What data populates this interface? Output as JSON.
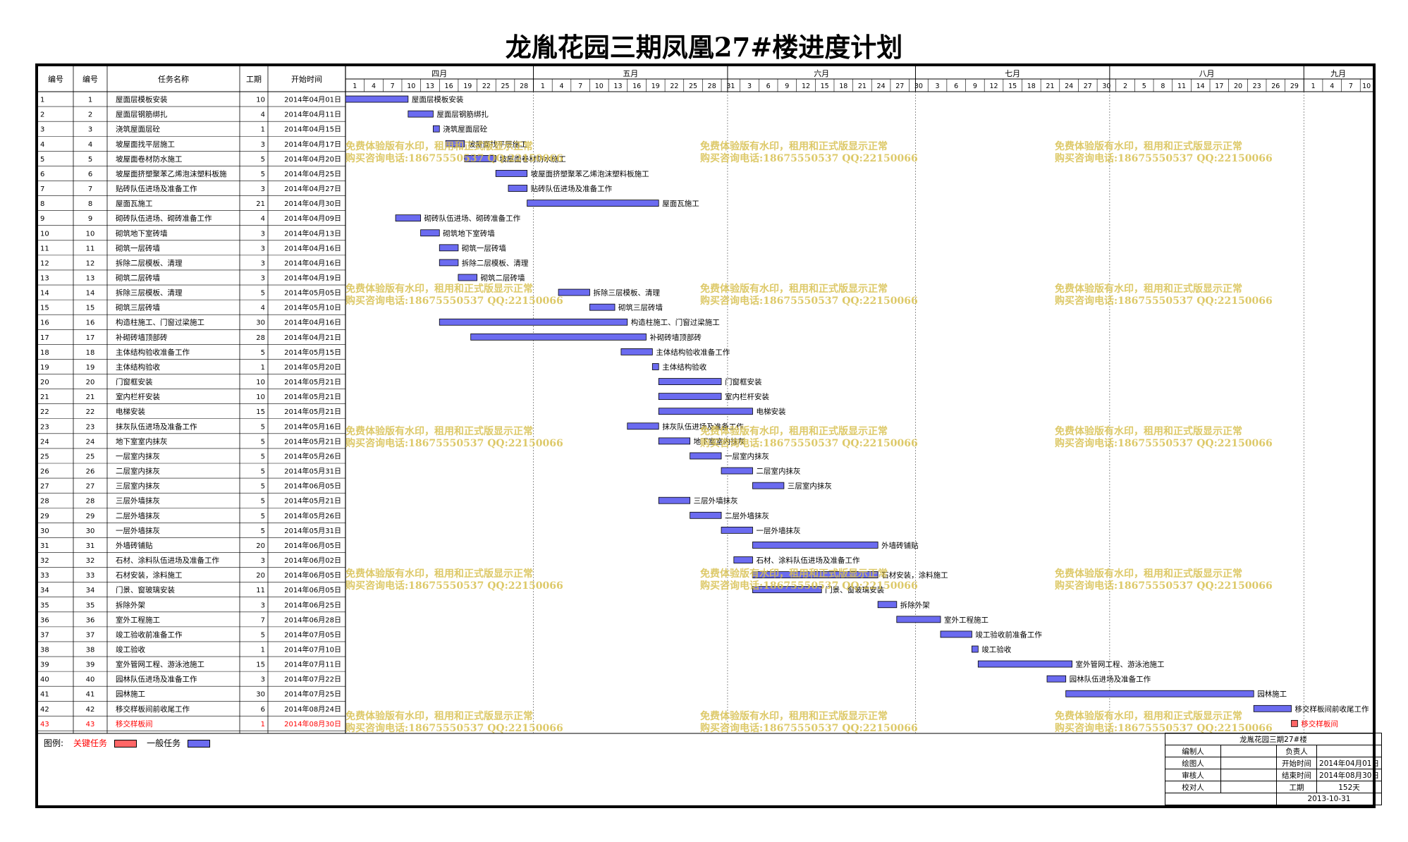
{
  "title": "龙胤花园三期凤凰27#楼进度计划",
  "headers": {
    "id": "编号",
    "no": "编号",
    "name": "任务名称",
    "dur": "工期",
    "start": "开始时间"
  },
  "months": [
    "四月",
    "五月",
    "六月",
    "七月",
    "八月",
    "九月"
  ],
  "day_ticks": [
    "1",
    "4",
    "7",
    "10",
    "13",
    "16",
    "19",
    "22",
    "25",
    "28",
    "1",
    "4",
    "7",
    "10",
    "13",
    "16",
    "19",
    "22",
    "25",
    "28",
    "31",
    "3",
    "6",
    "9",
    "12",
    "15",
    "18",
    "21",
    "24",
    "27",
    "30",
    "3",
    "6",
    "9",
    "12",
    "15",
    "18",
    "21",
    "24",
    "27",
    "30",
    "2",
    "5",
    "8",
    "11",
    "14",
    "17",
    "20",
    "23",
    "26",
    "29",
    "1",
    "4",
    "7",
    "10"
  ],
  "colors": {
    "normal": "#6b6bf0",
    "critical": "#ff6666",
    "critical_text": "#ff0000",
    "grid": "#000000",
    "watermark": "#d8c050"
  },
  "watermark": {
    "line1": "免费体验版有水印，租用和正式版显示正常",
    "line2": "购买咨询电话:18675550537 QQ:22150066"
  },
  "legend": {
    "label": "图例:",
    "critical": "关键任务",
    "normal": "一般任务"
  },
  "info": {
    "project": "龙胤花园三期27#楼",
    "editor_label": "编制人",
    "owner_label": "负责人",
    "drawer_label": "绘图人",
    "start_label": "开始时间",
    "start_value": "2014年04月01日",
    "reviewer_label": "审核人",
    "end_label": "结束时间",
    "end_value": "2014年08月30日",
    "checker_label": "校对人",
    "duration_label": "工期",
    "duration_value": "152天",
    "date": "2013-10-31"
  },
  "chart_data": {
    "type": "gantt",
    "title": "龙胤花园三期凤凰27#楼进度计划",
    "time_range": [
      "2014-04-01",
      "2014-09-11"
    ],
    "tasks": [
      {
        "id": 1,
        "no": 1,
        "name": "屋面层模板安装",
        "duration": 10,
        "start_text": "2014年04月01日",
        "start": "2014-04-01",
        "critical": false
      },
      {
        "id": 2,
        "no": 2,
        "name": "屋面层钢筋绑扎",
        "duration": 4,
        "start_text": "2014年04月11日",
        "start": "2014-04-11",
        "critical": false
      },
      {
        "id": 3,
        "no": 3,
        "name": "浇筑屋面层砼",
        "duration": 1,
        "start_text": "2014年04月15日",
        "start": "2014-04-15",
        "critical": false
      },
      {
        "id": 4,
        "no": 4,
        "name": "坡屋面找平层施工",
        "duration": 3,
        "start_text": "2014年04月17日",
        "start": "2014-04-17",
        "critical": false
      },
      {
        "id": 5,
        "no": 5,
        "name": "坡屋面卷材防水施工",
        "duration": 5,
        "start_text": "2014年04月20日",
        "start": "2014-04-20",
        "critical": false
      },
      {
        "id": 6,
        "no": 6,
        "name": "坡屋面挤塑聚苯乙烯泡沫塑料板施",
        "duration": 5,
        "start_text": "2014年04月25日",
        "start": "2014-04-25",
        "critical": false,
        "label": "坡屋面挤塑聚苯乙烯泡沫塑料板施工"
      },
      {
        "id": 7,
        "no": 7,
        "name": "贴砖队伍进场及准备工作",
        "duration": 3,
        "start_text": "2014年04月27日",
        "start": "2014-04-27",
        "critical": false
      },
      {
        "id": 8,
        "no": 8,
        "name": "屋面瓦施工",
        "duration": 21,
        "start_text": "2014年04月30日",
        "start": "2014-04-30",
        "critical": false
      },
      {
        "id": 9,
        "no": 9,
        "name": "砌砖队伍进场、砌砖准备工作",
        "duration": 4,
        "start_text": "2014年04月09日",
        "start": "2014-04-09",
        "critical": false
      },
      {
        "id": 10,
        "no": 10,
        "name": "砌筑地下室砖墙",
        "duration": 3,
        "start_text": "2014年04月13日",
        "start": "2014-04-13",
        "critical": false
      },
      {
        "id": 11,
        "no": 11,
        "name": "砌筑一层砖墙",
        "duration": 3,
        "start_text": "2014年04月16日",
        "start": "2014-04-16",
        "critical": false
      },
      {
        "id": 12,
        "no": 12,
        "name": "拆除二层模板、清理",
        "duration": 3,
        "start_text": "2014年04月16日",
        "start": "2014-04-16",
        "critical": false
      },
      {
        "id": 13,
        "no": 13,
        "name": "砌筑二层砖墙",
        "duration": 3,
        "start_text": "2014年04月19日",
        "start": "2014-04-19",
        "critical": false
      },
      {
        "id": 14,
        "no": 14,
        "name": "拆除三层模板、清理",
        "duration": 5,
        "start_text": "2014年05月05日",
        "start": "2014-05-05",
        "critical": false
      },
      {
        "id": 15,
        "no": 15,
        "name": "砌筑三层砖墙",
        "duration": 4,
        "start_text": "2014年05月10日",
        "start": "2014-05-10",
        "critical": false
      },
      {
        "id": 16,
        "no": 16,
        "name": "构造柱施工、门窗过梁施工",
        "duration": 30,
        "start_text": "2014年04月16日",
        "start": "2014-04-16",
        "critical": false
      },
      {
        "id": 17,
        "no": 17,
        "name": "补砌砖墙顶部砖",
        "duration": 28,
        "start_text": "2014年04月21日",
        "start": "2014-04-21",
        "critical": false
      },
      {
        "id": 18,
        "no": 18,
        "name": "主体结构验收准备工作",
        "duration": 5,
        "start_text": "2014年05月15日",
        "start": "2014-05-15",
        "critical": false
      },
      {
        "id": 19,
        "no": 19,
        "name": "主体结构验收",
        "duration": 1,
        "start_text": "2014年05月20日",
        "start": "2014-05-20",
        "critical": false
      },
      {
        "id": 20,
        "no": 20,
        "name": "门窗框安装",
        "duration": 10,
        "start_text": "2014年05月21日",
        "start": "2014-05-21",
        "critical": false
      },
      {
        "id": 21,
        "no": 21,
        "name": "室内栏杆安装",
        "duration": 10,
        "start_text": "2014年05月21日",
        "start": "2014-05-21",
        "critical": false
      },
      {
        "id": 22,
        "no": 22,
        "name": "电梯安装",
        "duration": 15,
        "start_text": "2014年05月21日",
        "start": "2014-05-21",
        "critical": false
      },
      {
        "id": 23,
        "no": 23,
        "name": "抹灰队伍进场及准备工作",
        "duration": 5,
        "start_text": "2014年05月16日",
        "start": "2014-05-16",
        "critical": false
      },
      {
        "id": 24,
        "no": 24,
        "name": "地下室室内抹灰",
        "duration": 5,
        "start_text": "2014年05月21日",
        "start": "2014-05-21",
        "critical": false
      },
      {
        "id": 25,
        "no": 25,
        "name": "一层室内抹灰",
        "duration": 5,
        "start_text": "2014年05月26日",
        "start": "2014-05-26",
        "critical": false
      },
      {
        "id": 26,
        "no": 26,
        "name": "二层室内抹灰",
        "duration": 5,
        "start_text": "2014年05月31日",
        "start": "2014-05-31",
        "critical": false
      },
      {
        "id": 27,
        "no": 27,
        "name": "三层室内抹灰",
        "duration": 5,
        "start_text": "2014年06月05日",
        "start": "2014-06-05",
        "critical": false
      },
      {
        "id": 28,
        "no": 28,
        "name": "三层外墙抹灰",
        "duration": 5,
        "start_text": "2014年05月21日",
        "start": "2014-05-21",
        "critical": false
      },
      {
        "id": 29,
        "no": 29,
        "name": "二层外墙抹灰",
        "duration": 5,
        "start_text": "2014年05月26日",
        "start": "2014-05-26",
        "critical": false
      },
      {
        "id": 30,
        "no": 30,
        "name": "一层外墙抹灰",
        "duration": 5,
        "start_text": "2014年05月31日",
        "start": "2014-05-31",
        "critical": false
      },
      {
        "id": 31,
        "no": 31,
        "name": "外墙砖铺贴",
        "duration": 20,
        "start_text": "2014年06月05日",
        "start": "2014-06-05",
        "critical": false
      },
      {
        "id": 32,
        "no": 32,
        "name": "石材、涂料队伍进场及准备工作",
        "duration": 3,
        "start_text": "2014年06月02日",
        "start": "2014-06-02",
        "critical": false
      },
      {
        "id": 33,
        "no": 33,
        "name": "石材安装，涂料施工",
        "duration": 20,
        "start_text": "2014年06月05日",
        "start": "2014-06-05",
        "critical": false
      },
      {
        "id": 34,
        "no": 34,
        "name": "门景、窗玻璃安装",
        "duration": 11,
        "start_text": "2014年06月05日",
        "start": "2014-06-05",
        "critical": false
      },
      {
        "id": 35,
        "no": 35,
        "name": "拆除外架",
        "duration": 3,
        "start_text": "2014年06月25日",
        "start": "2014-06-25",
        "critical": false
      },
      {
        "id": 36,
        "no": 36,
        "name": "室外工程施工",
        "duration": 7,
        "start_text": "2014年06月28日",
        "start": "2014-06-28",
        "critical": false
      },
      {
        "id": 37,
        "no": 37,
        "name": "竣工验收前准备工作",
        "duration": 5,
        "start_text": "2014年07月05日",
        "start": "2014-07-05",
        "critical": false
      },
      {
        "id": 38,
        "no": 38,
        "name": "竣工验收",
        "duration": 1,
        "start_text": "2014年07月10日",
        "start": "2014-07-10",
        "critical": false
      },
      {
        "id": 39,
        "no": 39,
        "name": "室外管网工程、游泳池施工",
        "duration": 15,
        "start_text": "2014年07月11日",
        "start": "2014-07-11",
        "critical": false
      },
      {
        "id": 40,
        "no": 40,
        "name": "园林队伍进场及准备工作",
        "duration": 3,
        "start_text": "2014年07月22日",
        "start": "2014-07-22",
        "critical": false
      },
      {
        "id": 41,
        "no": 41,
        "name": "园林施工",
        "duration": 30,
        "start_text": "2014年07月25日",
        "start": "2014-07-25",
        "critical": false
      },
      {
        "id": 42,
        "no": 42,
        "name": "移交样板间前收尾工作",
        "duration": 6,
        "start_text": "2014年08月24日",
        "start": "2014-08-24",
        "critical": false
      },
      {
        "id": 43,
        "no": 43,
        "name": "移交样板间",
        "duration": 1,
        "start_text": "2014年08月30日",
        "start": "2014-08-30",
        "critical": true
      }
    ]
  }
}
